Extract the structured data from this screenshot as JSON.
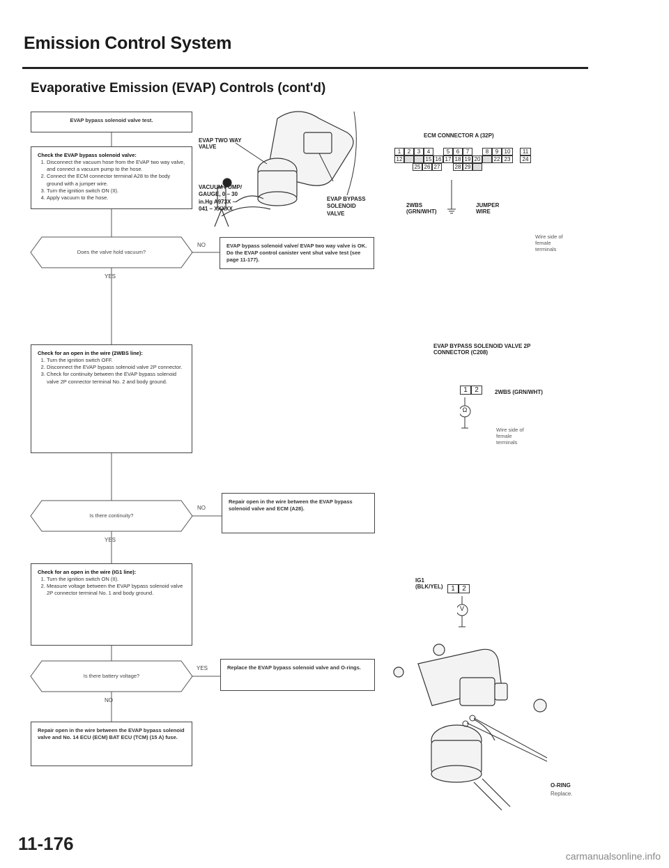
{
  "header": {
    "title": "Emission Control System",
    "subtitle": "Evaporative Emission (EVAP) Controls (cont'd)"
  },
  "flow": {
    "start_box": "EVAP bypass solenoid valve test.",
    "step1": {
      "heading": "Check the EVAP bypass solenoid valve:",
      "items": [
        "Disconnect the vacuum hose from the EVAP two way valve, and connect a vacuum pump to the hose.",
        "Connect the ECM connector terminal A28 to the body ground with a jumper wire.",
        "Turn the ignition switch ON (II).",
        "Apply vacuum to the hose."
      ]
    },
    "decision1": "Does the valve hold vacuum?",
    "no1_label": "NO",
    "no1_box": "EVAP bypass solenoid valve/ EVAP two way valve is OK. Do the EVAP control canister vent shut valve test (see page 11-177).",
    "yes1_label": "YES",
    "step2": {
      "heading": "Check for an open in the wire (2WBS line):",
      "items": [
        "Turn the ignition switch OFF.",
        "Disconnect the EVAP bypass solenoid valve 2P connector.",
        "Check for continuity between the EVAP bypass solenoid valve 2P connector terminal No. 2 and body ground."
      ]
    },
    "decision2": "Is there continuity?",
    "no2_label": "NO",
    "no2_box": "Repair open in the wire between the EVAP bypass solenoid valve and ECM (A28).",
    "yes2_label": "YES",
    "step3": {
      "heading": "Check for an open in the wire (IG1 line):",
      "items": [
        "Turn the ignition switch ON (II).",
        "Measure voltage between the EVAP bypass solenoid valve 2P connector terminal No. 1 and body ground."
      ]
    },
    "decision3": "Is there battery voltage?",
    "yes3_label": "YES",
    "yes3_box": "Replace the EVAP bypass solenoid valve and O-rings.",
    "no3_label": "NO",
    "final_box": "Repair open in the wire between the EVAP bypass solenoid valve and No. 14 ECU (ECM) BAT ECU (TCM) (15 A) fuse."
  },
  "illustration": {
    "two_way_valve_label": "EVAP TWO WAY VALVE",
    "gauge_label": "VACUUM PUMP/ GAUGE, 0 – 30 in.Hg A973X – 041 – XXXXX",
    "bypass_label": "EVAP BYPASS SOLENOID VALVE"
  },
  "ecm_connector": {
    "title": "ECM CONNECTOR A (32P)",
    "row1": [
      "1",
      "2",
      "3",
      "4",
      "",
      "5",
      "6",
      "7",
      "",
      "8",
      "9",
      "10",
      "",
      "11"
    ],
    "row2": [
      "12",
      "",
      "",
      "15",
      "16",
      "17",
      "18",
      "19",
      "20",
      "",
      "22",
      "23",
      "",
      "24"
    ],
    "row3": [
      "25",
      "26",
      "27",
      "",
      "28",
      "29",
      ""
    ],
    "wire_label": "2WBS (GRN/WHT)",
    "jumper_label": "JUMPER WIRE",
    "side_note": "Wire side of female terminals"
  },
  "bypass_connector": {
    "title": "EVAP BYPASS SOLENOID VALVE 2P CONNECTOR (C208)",
    "pins": [
      "1",
      "2"
    ],
    "wire_label": "2WBS (GRN/WHT)",
    "meter_symbol": "Ω",
    "side_note": "Wire side of female terminals"
  },
  "ig1_connector": {
    "wire_label": "IG1 (BLK/YEL)",
    "pins": [
      "1",
      "2"
    ],
    "meter_symbol": "V"
  },
  "oring": {
    "label": "O-RING",
    "note": "Replace."
  },
  "footer": {
    "page_number": "11-176",
    "watermark": "carmanualsonline.info"
  }
}
